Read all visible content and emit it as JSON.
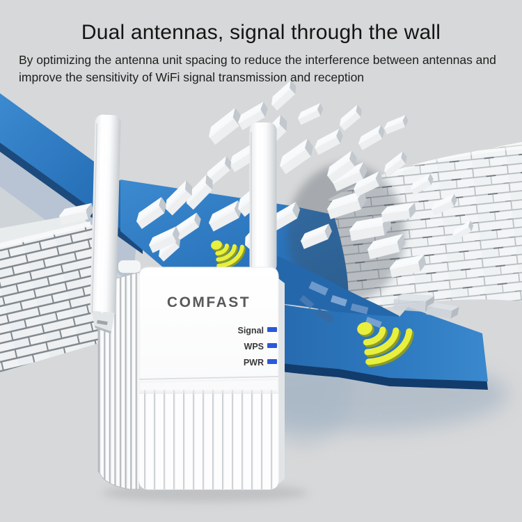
{
  "header": {
    "title": "Dual antennas, signal through the wall",
    "subtitle_line1": "By optimizing the antenna unit spacing to reduce the interference between antennas and",
    "subtitle_line2": "improve the sensitivity of WiFi signal transmission and reception"
  },
  "device": {
    "brand": "COMFAST",
    "leds": [
      {
        "label": "Signal"
      },
      {
        "label": "WPS"
      },
      {
        "label": "PWR"
      }
    ]
  },
  "scene": {
    "icons": {
      "small_wifi": "wifi-signal-icon",
      "large_wifi": "wifi-signal-icon"
    },
    "colors": {
      "background": "#d7d8d9",
      "arrow_blue": "#2a74bc",
      "arrow_dark_blue": "#123c6c",
      "wifi_yellow": "#e8ef3d",
      "led_blue": "#2a58d8",
      "brand_gray": "#59595c"
    }
  }
}
